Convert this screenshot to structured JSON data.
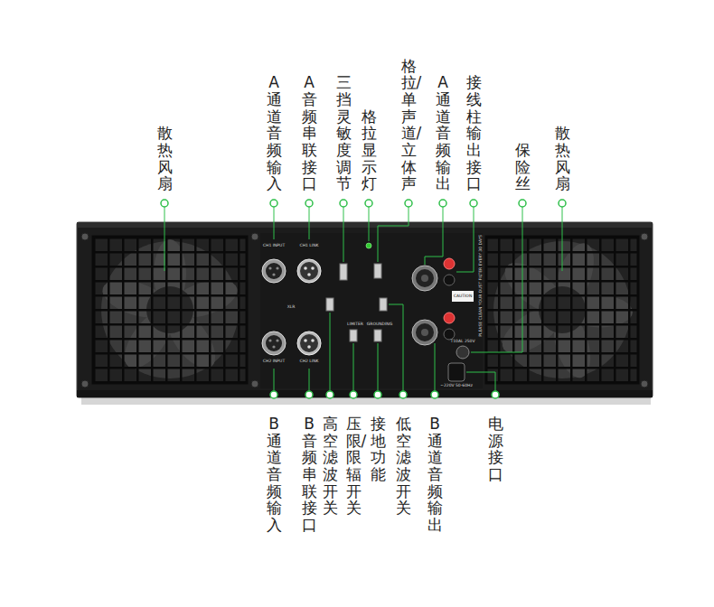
{
  "diagram": {
    "labels": [
      "散热风扇",
      "A通道音频输入",
      "A音频串联接口",
      "三挡灵敏度调节",
      "格拉显示灯",
      "格拉/单声道/立体声",
      "A通道音频输出",
      "接线柱输出接口",
      "保险丝",
      "散热风扇",
      "B通道音频输入",
      "B音频串联接口",
      "高空滤波开关",
      "压限/限辐开关",
      "接地功能",
      "低空滤波开关",
      "B通道音频输出",
      "电源接口",
      "CH1 INPUT",
      "CH1 LINK",
      "CH2 INPUT",
      "CH2 LINK",
      "XLR",
      "LIMITER",
      "GROUNDING",
      "CAUTION",
      "T10AL 250V",
      "~220V 50-60Hz",
      "PLEASE CLEAN YOUR DUST FILTER EVERY 30 DAYS"
    ]
  }
}
